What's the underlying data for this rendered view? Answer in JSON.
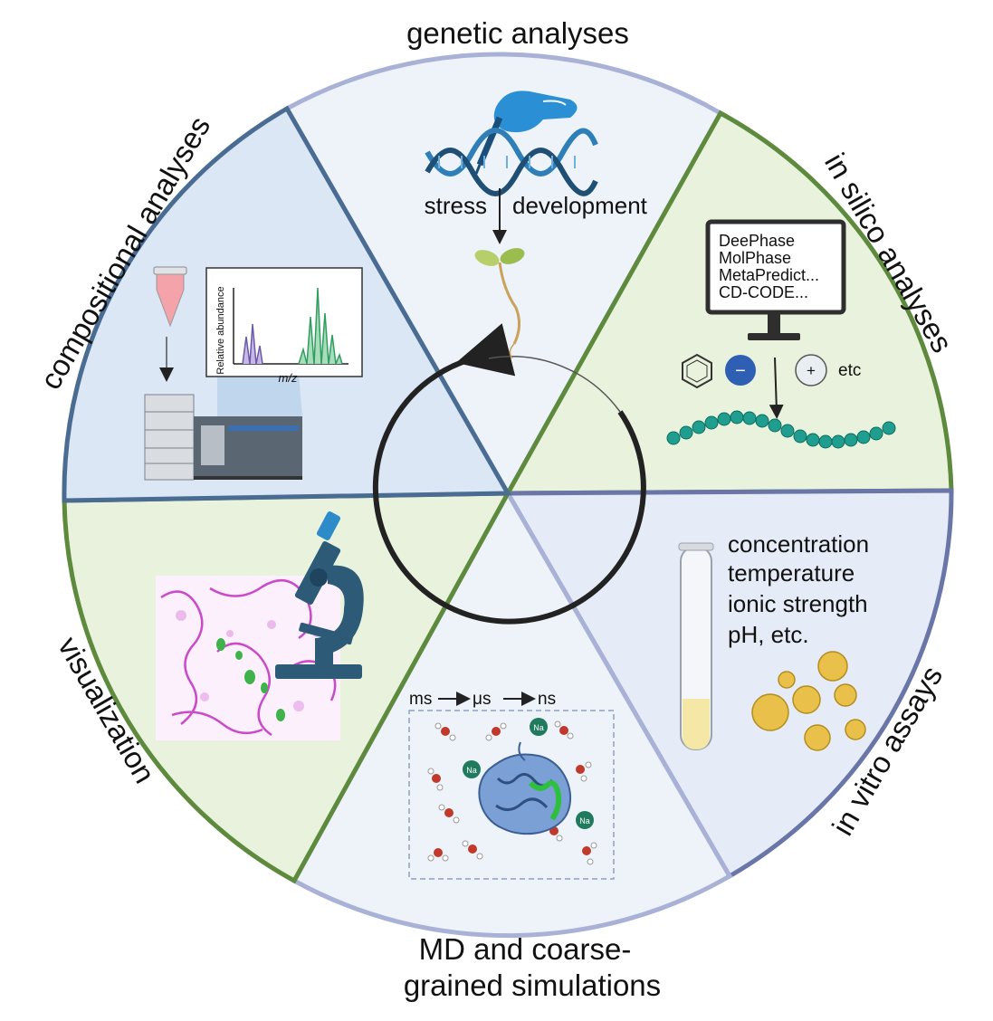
{
  "segments": {
    "genetic": "genetic analyses",
    "insilico": "in silico analyses",
    "invitro": "in vitro assays",
    "simulations_line1": "MD and coarse-",
    "simulations_line2": "grained simulations",
    "visualization": "visualization",
    "compositional": "compositional analyses"
  },
  "genetic_panel": {
    "left_label": "stress",
    "right_label": "development"
  },
  "insilico_panel": {
    "tools": [
      "DeePhase",
      "MolPhase",
      "MetaPredict...",
      "CD-CODE..."
    ],
    "minus": "−",
    "plus": "+",
    "etc": "etc"
  },
  "invitro_panel": {
    "conditions": [
      "concentration",
      "temperature",
      "ionic strength",
      "pH, etc."
    ]
  },
  "simulation_panel": {
    "timescale": [
      "ms",
      "μs",
      "ns"
    ],
    "ion": "Na"
  },
  "compositional_panel": {
    "ylabel": "Relative abundance",
    "xlabel": "m/z"
  },
  "colors": {
    "blue_fill": "#dbe7f5",
    "green_fill": "#e9f2dc",
    "pale_fill": "#eef2f9",
    "blue_stroke": "#4a6c93",
    "green_stroke": "#5e8a3e",
    "lavender_stroke": "#a9b2d6"
  }
}
